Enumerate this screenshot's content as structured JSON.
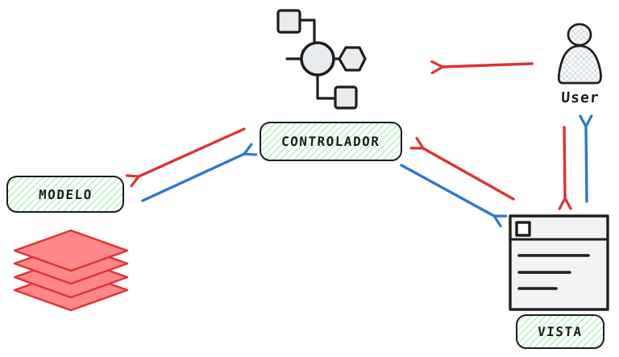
{
  "diagram": {
    "type": "architecture-diagram",
    "subject": "MVC pattern (Spanish labels)",
    "nodes": {
      "modelo": {
        "label": "MODELO"
      },
      "controlador": {
        "label": "CONTROLADOR"
      },
      "vista": {
        "label": "VISTA"
      },
      "user": {
        "label": "User"
      }
    },
    "icons": [
      {
        "name": "graph-icon",
        "attached_to": "controlador"
      },
      {
        "name": "layers-icon",
        "attached_to": "modelo"
      },
      {
        "name": "browser-window-icon",
        "attached_to": "vista"
      },
      {
        "name": "person-icon",
        "attached_to": "user"
      }
    ],
    "arrows": [
      {
        "from": "user",
        "to": "controlador",
        "color": "red"
      },
      {
        "from": "controlador",
        "to": "modelo",
        "color": "red"
      },
      {
        "from": "modelo",
        "to": "controlador",
        "color": "blue"
      },
      {
        "from": "vista",
        "to": "controlador",
        "color": "red"
      },
      {
        "from": "controlador",
        "to": "vista",
        "color": "blue"
      },
      {
        "from": "user",
        "to": "vista",
        "color": "red"
      },
      {
        "from": "vista",
        "to": "user",
        "color": "blue"
      }
    ],
    "colors": {
      "stroke": "#1e1e1e",
      "red": "#e03131",
      "blue": "#2b79cf",
      "green_hatch": "#b2f2bb",
      "gray_fill": "#e9ecef",
      "layer_fill": "#ff8787",
      "layer_stroke": "#e03131",
      "window_fill": "#f1f3f5"
    }
  }
}
